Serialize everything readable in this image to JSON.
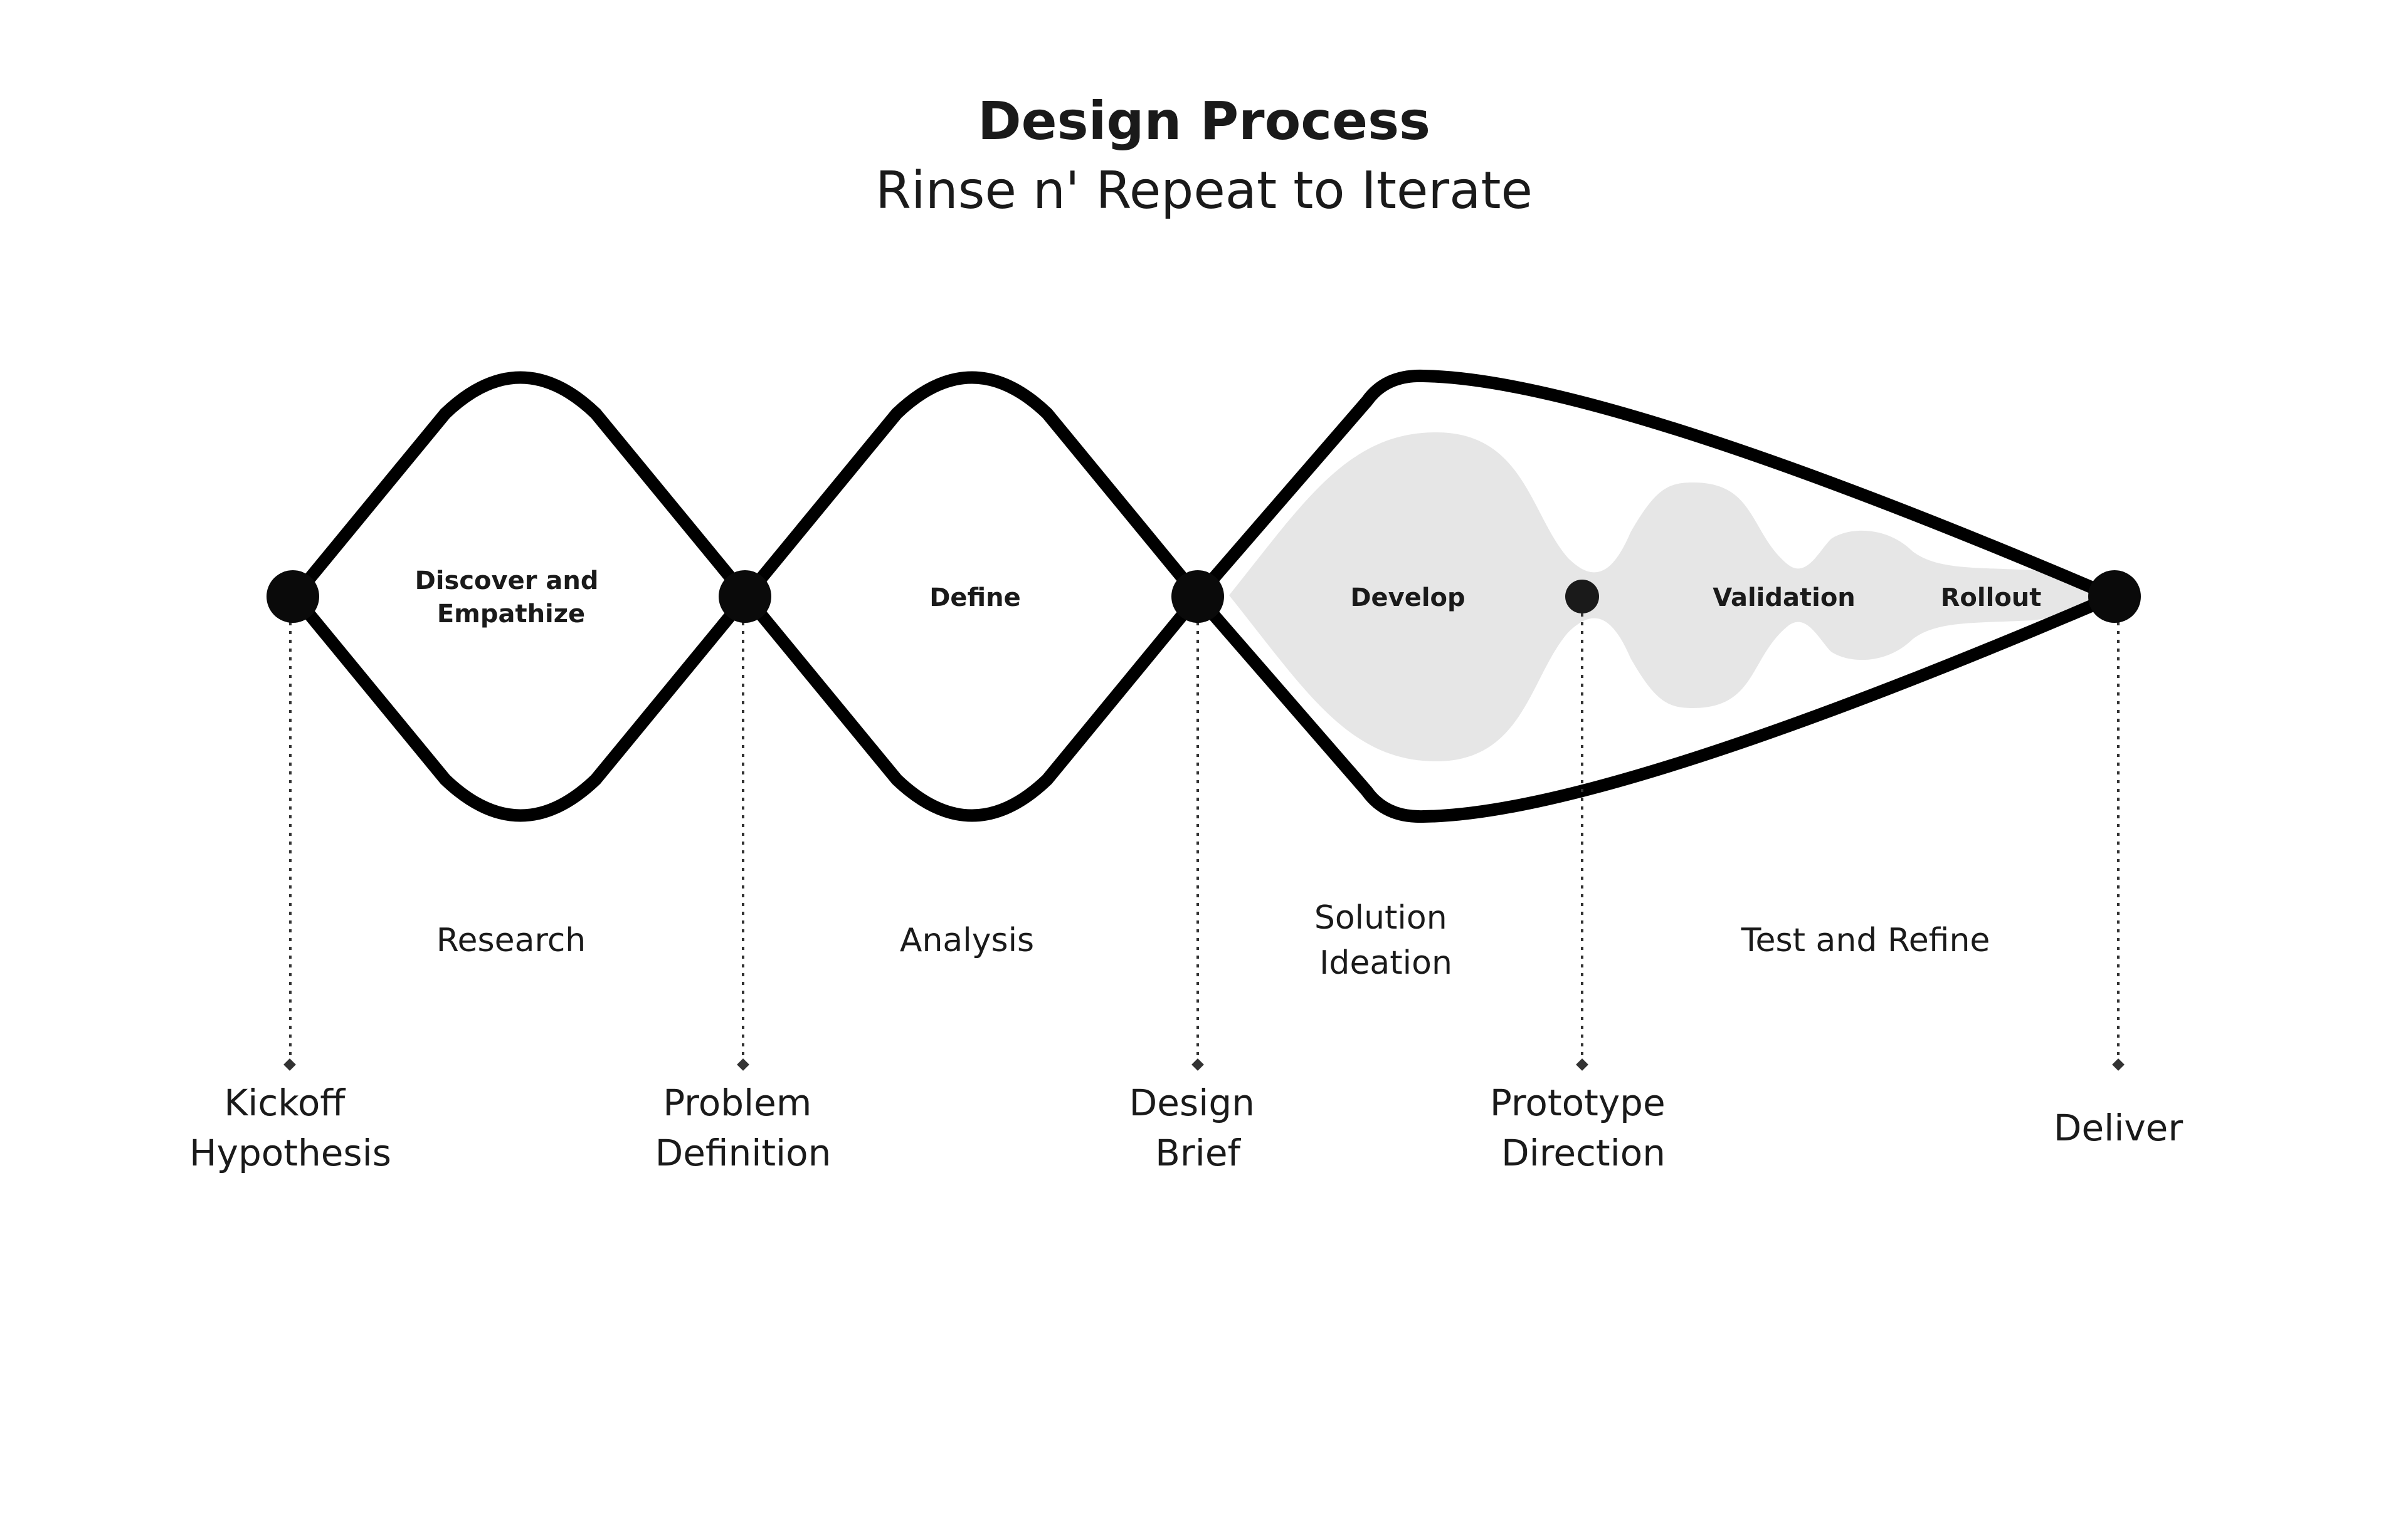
{
  "title": "Design Process",
  "subtitle": "Rinse n' Repeat to Iterate",
  "stages": [
    {
      "lines": [
        "Discover and",
        "Empathize"
      ]
    },
    {
      "lines": [
        "Define"
      ]
    },
    {
      "lines": [
        "Develop"
      ]
    },
    {
      "lines": [
        "Validation"
      ]
    },
    {
      "lines": [
        "Rollout"
      ]
    }
  ],
  "activities": [
    {
      "lines": [
        "Research"
      ]
    },
    {
      "lines": [
        "Analysis"
      ]
    },
    {
      "lines": [
        "Solution",
        "Ideation"
      ]
    },
    {
      "lines": [
        "Test and Refine"
      ]
    }
  ],
  "milestones": [
    {
      "lines": [
        "Kickoff",
        "Hypothesis"
      ]
    },
    {
      "lines": [
        "Problem",
        "Definition"
      ]
    },
    {
      "lines": [
        "Design",
        "Brief"
      ]
    },
    {
      "lines": [
        "Prototype",
        "Direction"
      ]
    },
    {
      "lines": [
        "Deliver"
      ]
    }
  ],
  "colors": {
    "outline": "#000000",
    "fill": "#e6e6e6",
    "text": "#1a1a1a",
    "dots": "#333333"
  }
}
